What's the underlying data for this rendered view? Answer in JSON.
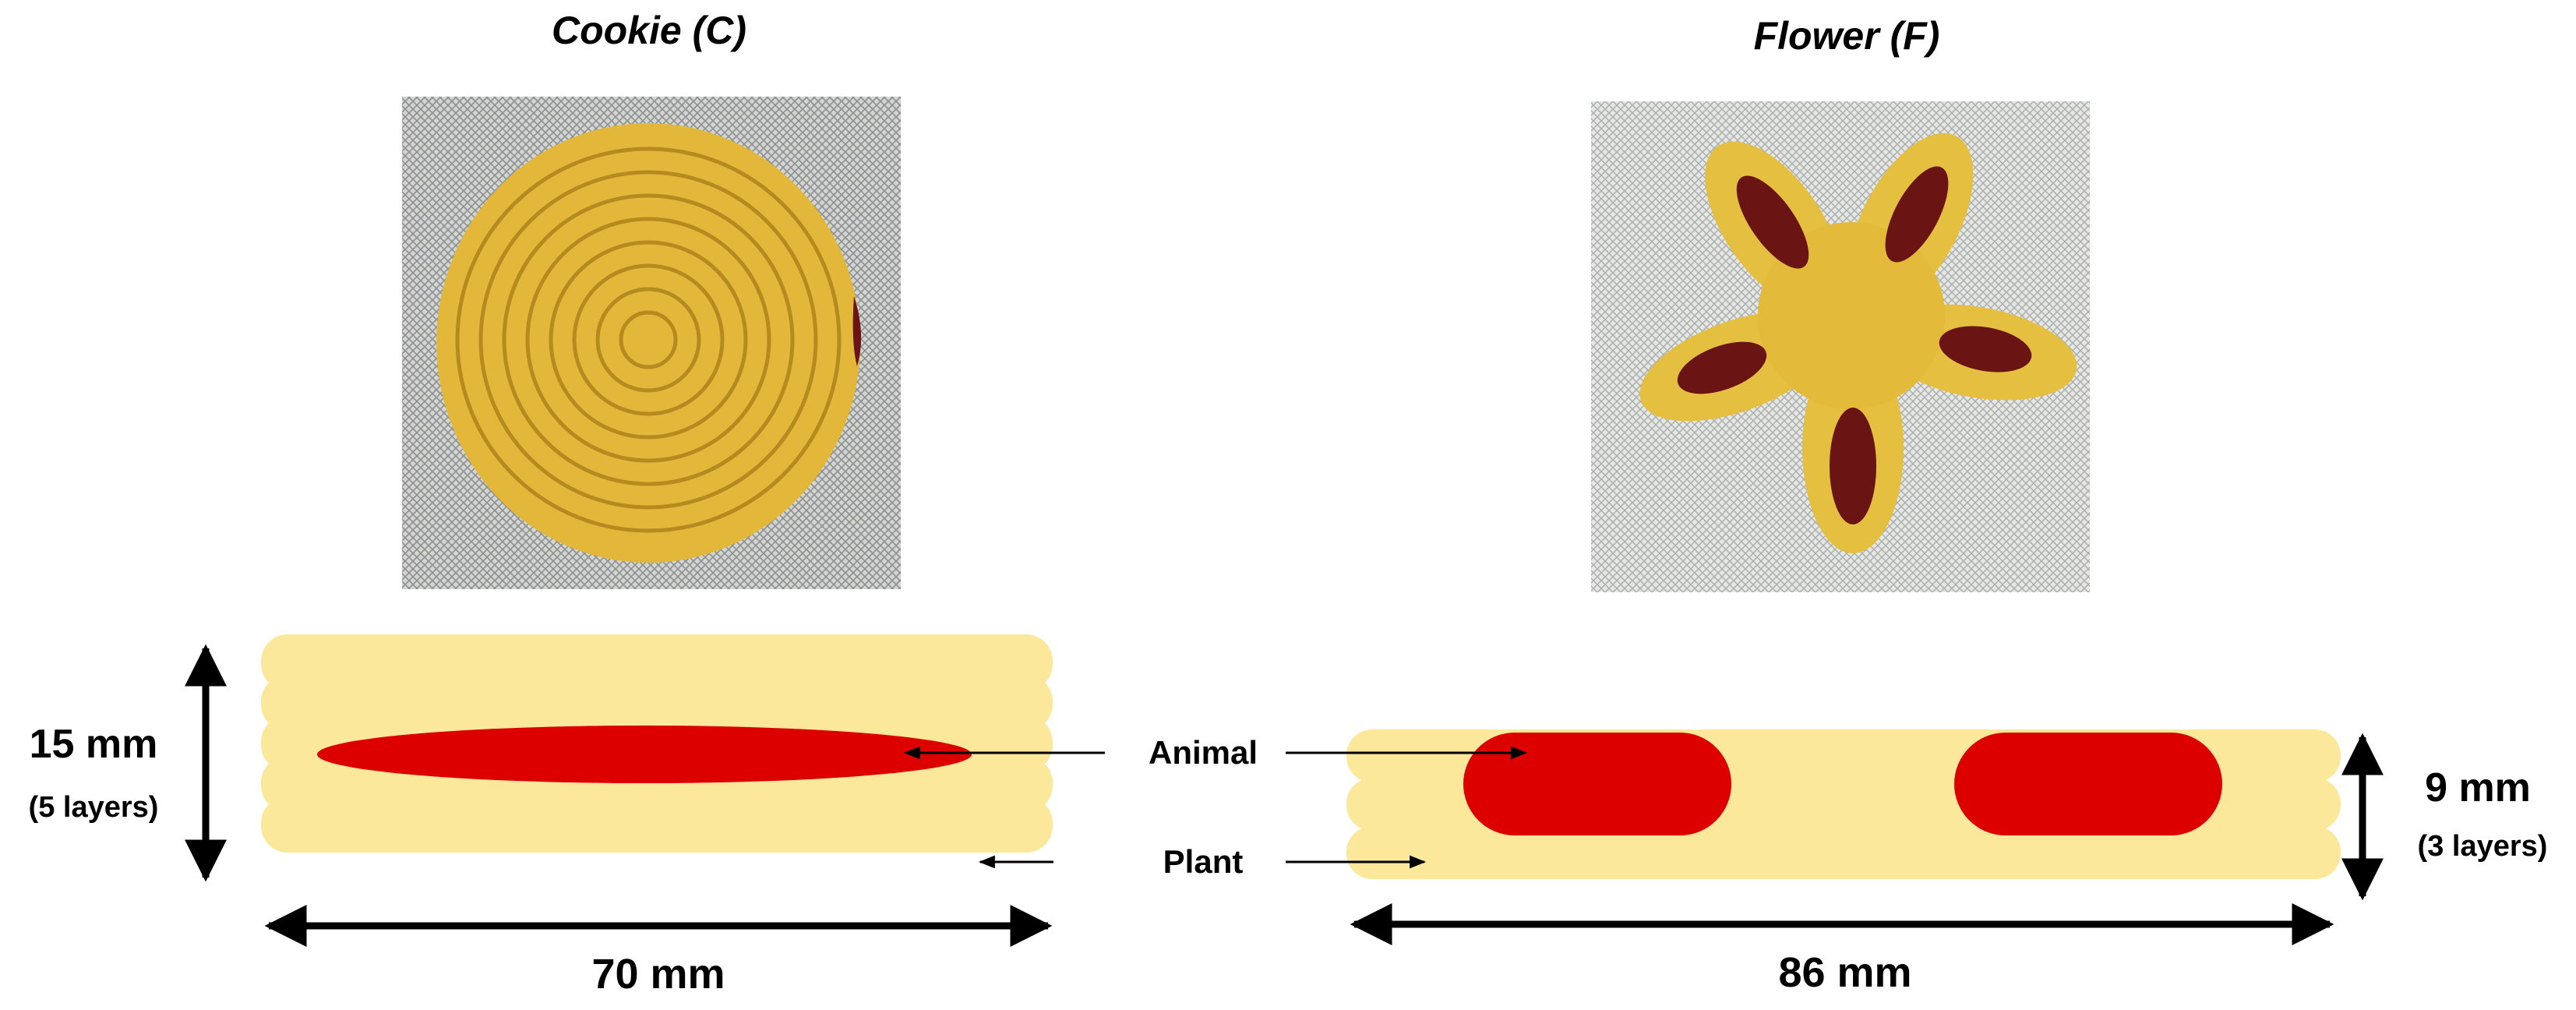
{
  "titles": {
    "cookie": "Cookie (C)",
    "flower": "Flower (F)"
  },
  "cookie": {
    "height": "15 mm",
    "layers": "(5 layers)",
    "width": "70 mm",
    "layer_count": 5,
    "photo_description": "yellow spiral-printed round cookie on a mesh"
  },
  "flower": {
    "height": "9 mm",
    "layers": "(3 layers)",
    "width": "86 mm",
    "layer_count": 3,
    "photo_description": "yellow five-petal flower with dark red filling on a mesh"
  },
  "legend": {
    "animal": "Animal",
    "plant": "Plant"
  },
  "colors": {
    "plant_layer": "#FCE89A",
    "animal_core": "#DD0000",
    "dough": "#E8BE3C",
    "meat": "#6B1414",
    "arrow": "#000000"
  }
}
